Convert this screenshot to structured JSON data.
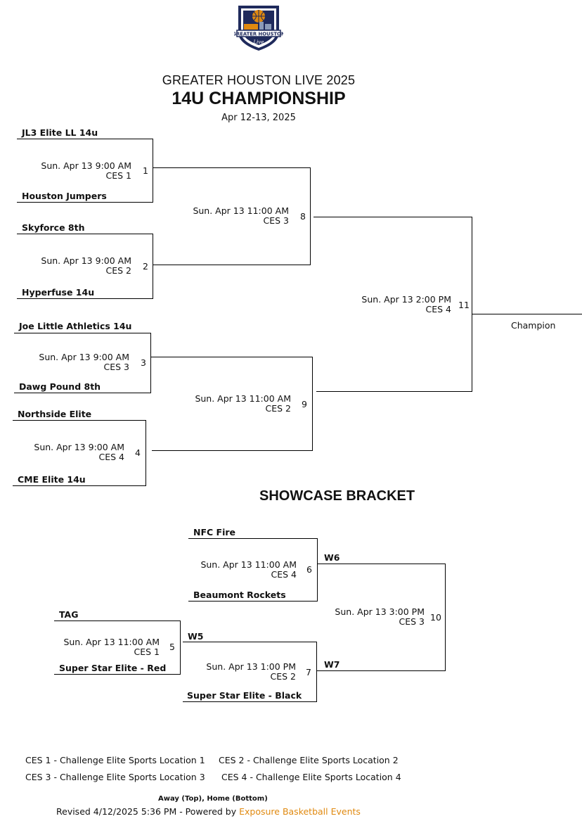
{
  "header": {
    "logo_text": "GREATER HOUSTON",
    "logo_subtext": "Live",
    "title": "GREATER HOUSTON LIVE 2025",
    "subtitle": "14U CHAMPIONSHIP",
    "dates": "Apr 12-13, 2025"
  },
  "championship": {
    "games": [
      {
        "num": "1",
        "top": "JL3 Elite LL 14u",
        "bottom": "Houston Jumpers",
        "time": "Sun. Apr 13 9:00 AM",
        "loc": "CES 1"
      },
      {
        "num": "2",
        "top": "Skyforce 8th",
        "bottom": "Hyperfuse 14u",
        "time": "Sun. Apr 13 9:00 AM",
        "loc": "CES 2"
      },
      {
        "num": "3",
        "top": "Joe Little Athletics 14u",
        "bottom": "Dawg Pound 8th",
        "time": "Sun. Apr 13 9:00 AM",
        "loc": "CES 3"
      },
      {
        "num": "4",
        "top": "Northside Elite",
        "bottom": "CME Elite 14u",
        "time": "Sun. Apr 13 9:00 AM",
        "loc": "CES 4"
      },
      {
        "num": "8",
        "time": "Sun. Apr 13 11:00 AM",
        "loc": "CES 3"
      },
      {
        "num": "9",
        "time": "Sun. Apr 13 11:00 AM",
        "loc": "CES 2"
      },
      {
        "num": "11",
        "time": "Sun. Apr 13 2:00 PM",
        "loc": "CES 4"
      }
    ],
    "champion_label": "Champion"
  },
  "showcase": {
    "title": "SHOWCASE BRACKET",
    "games": [
      {
        "num": "6",
        "top": "NFC Fire",
        "bottom": "Beaumont Rockets",
        "time": "Sun. Apr 13 11:00 AM",
        "loc": "CES 4"
      },
      {
        "num": "5",
        "top": "TAG",
        "bottom": "Super Star Elite - Red",
        "time": "Sun. Apr 13 11:00 AM",
        "loc": "CES 1"
      },
      {
        "num": "7",
        "top": "W5",
        "bottom": "Super Star Elite - Black",
        "time": "Sun. Apr 13 1:00 PM",
        "loc": "CES 2"
      },
      {
        "num": "10",
        "top": "W6",
        "bottom": "W7",
        "time": "Sun. Apr 13 3:00 PM",
        "loc": "CES 3"
      }
    ]
  },
  "legend": [
    "CES 1 - Challenge Elite Sports Location 1",
    "CES 2 - Challenge Elite Sports Location 2",
    "CES 3 - Challenge Elite Sports Location 3",
    "CES 4 - Challenge Elite Sports Location 4"
  ],
  "footer": {
    "note": "Away (Top), Home (Bottom)",
    "revised": "Revised 4/12/2025 5:36 PM - Powered by ",
    "powered_by": "Exposure Basketball Events"
  },
  "colors": {
    "navy": "#1f2a5c",
    "orange": "#e0890f",
    "line": "#000000"
  }
}
